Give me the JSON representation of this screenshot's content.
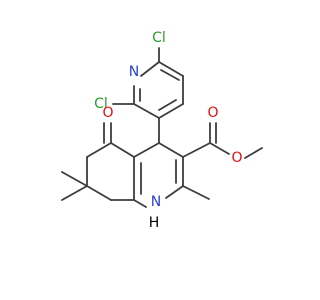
{
  "colors": {
    "background": "#ffffff",
    "bond": "#3c3c3c",
    "chlorine": "#2e9a2e",
    "nitrogen": "#2a40d0",
    "oxygen": "#e01010",
    "hydrogen_on_nitrogen": "#000000"
  },
  "atoms": {
    "cl_top": "Cl",
    "n_pyridine": "N",
    "cl_left": "Cl",
    "o_ketone": "O",
    "o_ester_carbonyl": "O",
    "o_ester_ether": "O",
    "n_amine": "N",
    "h_amine": "H"
  }
}
